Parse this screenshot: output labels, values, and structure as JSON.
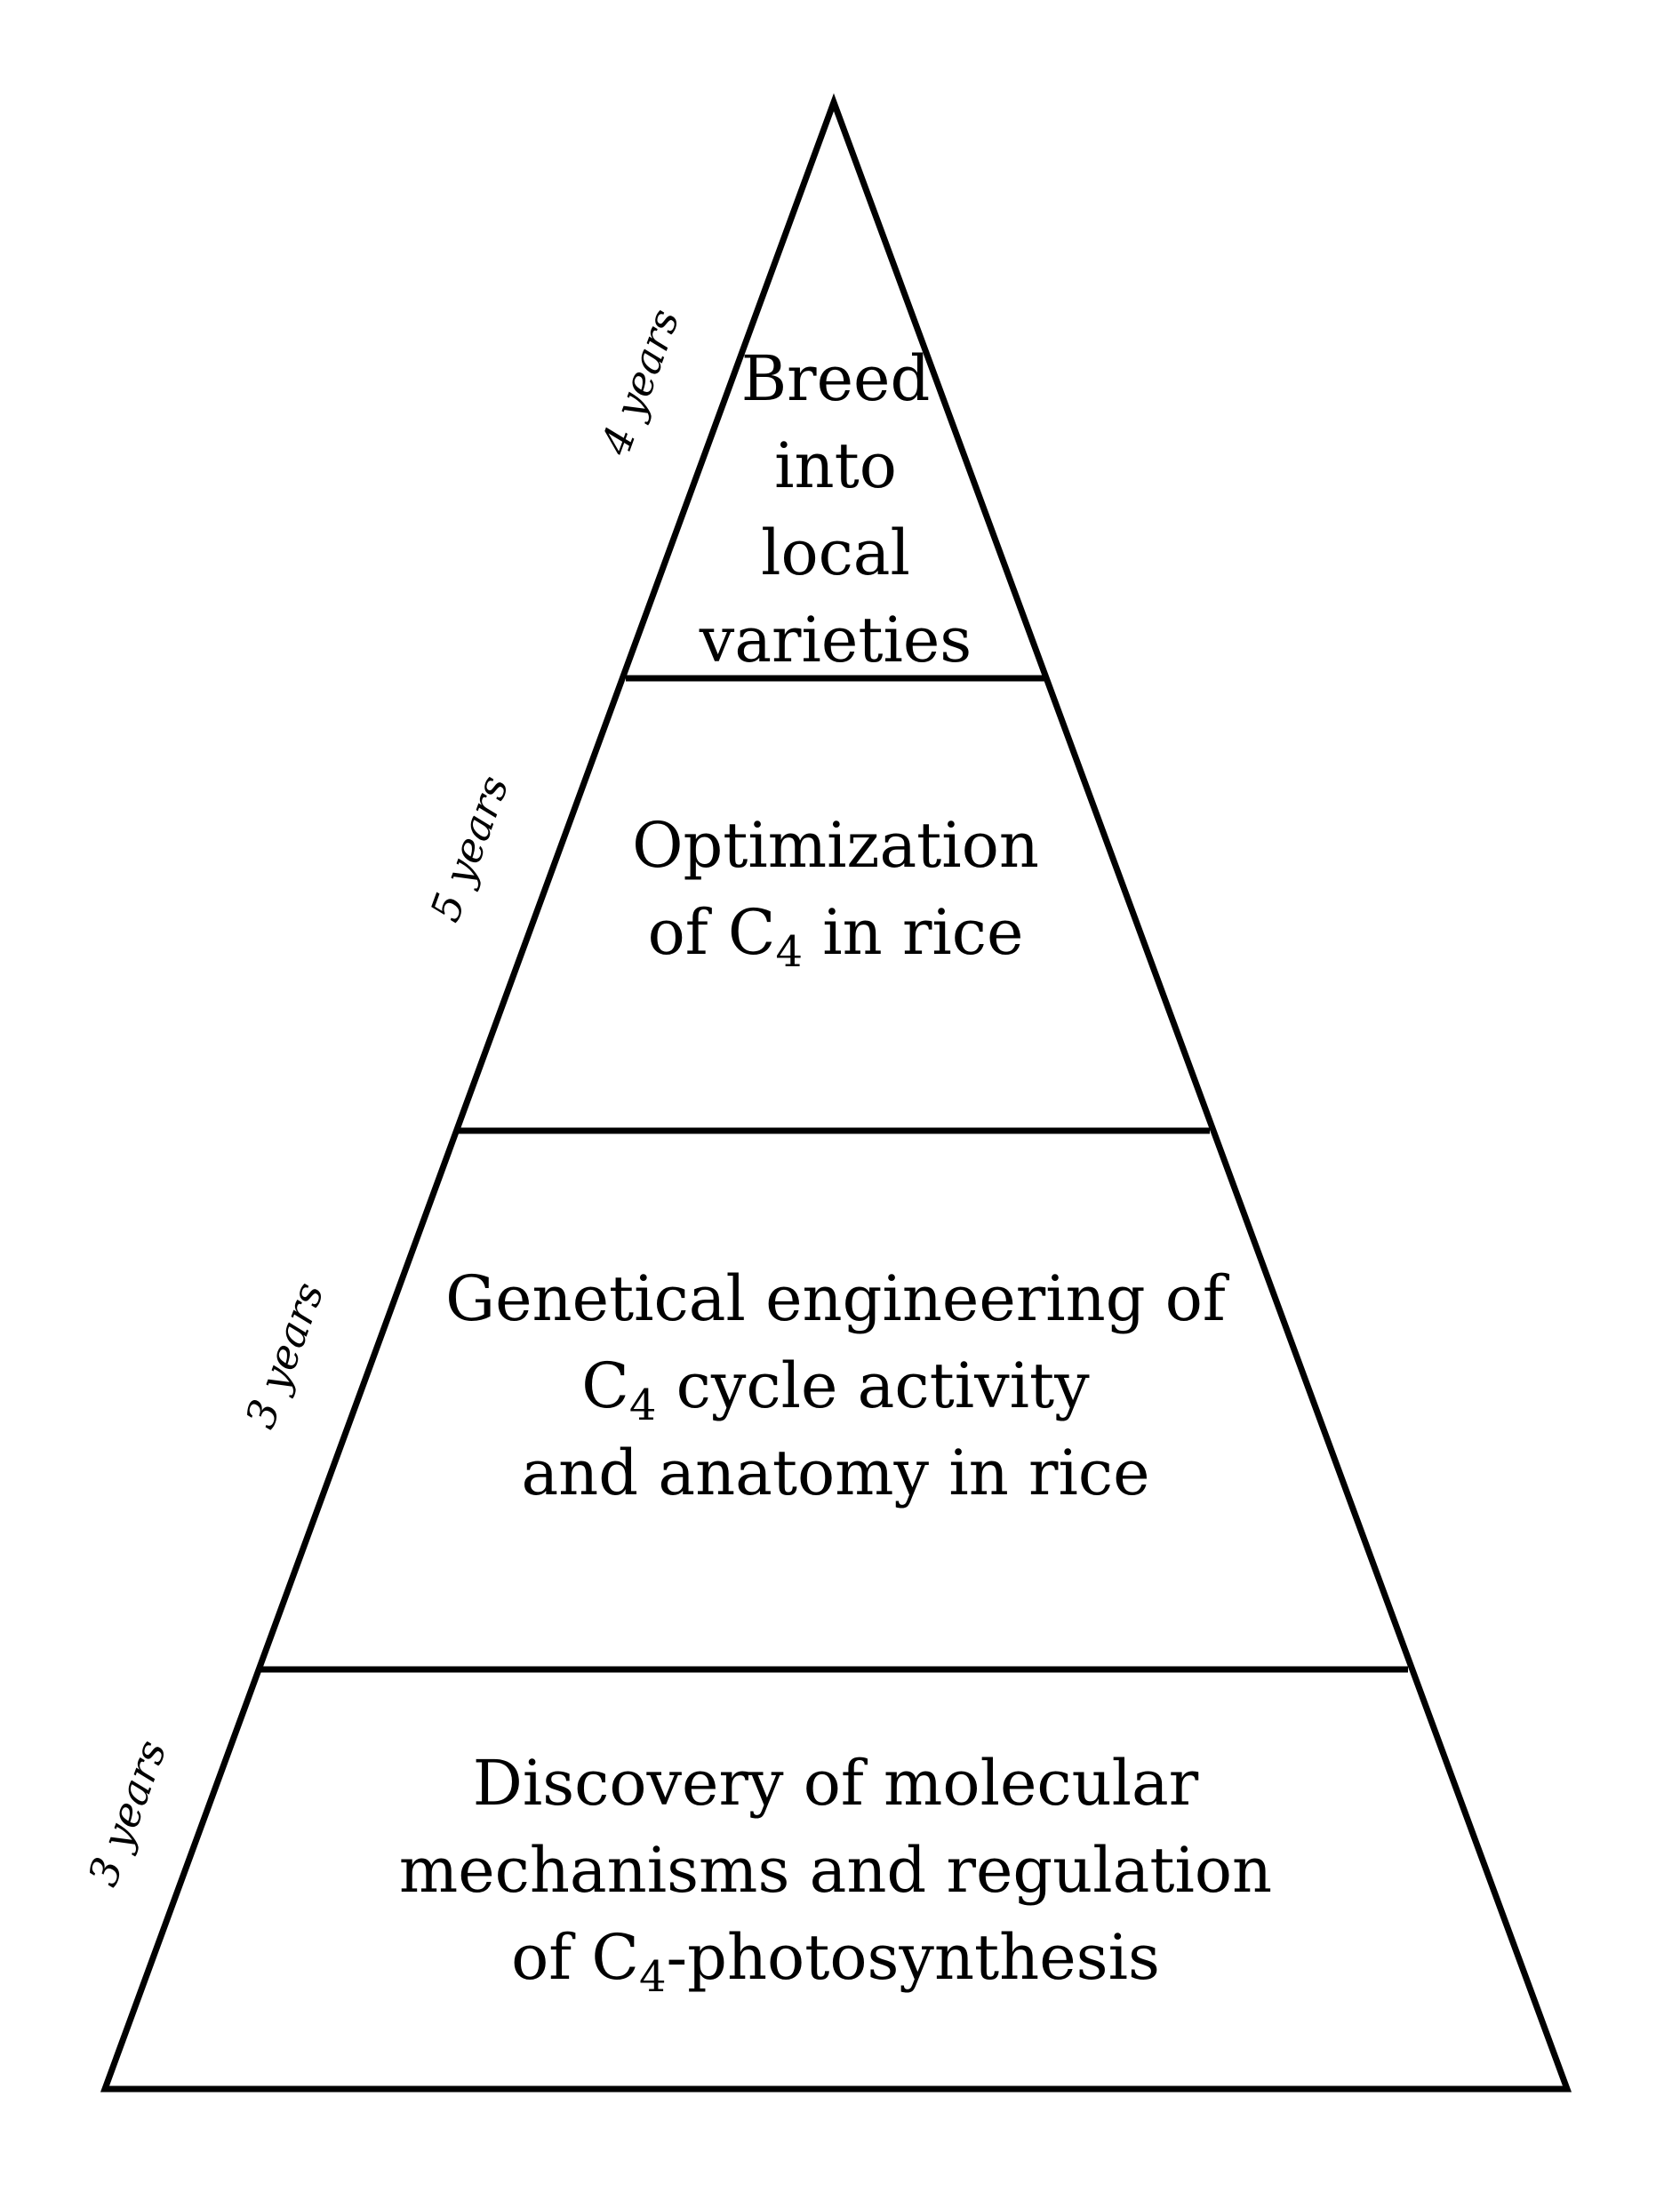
{
  "diagram": {
    "tiers": [
      {
        "id": "top",
        "lines": [
          "Breed",
          "into",
          "local",
          "varieties"
        ],
        "duration": "4 years"
      },
      {
        "id": "second",
        "lines": [
          "Optimization",
          "of C|4| in rice"
        ],
        "duration": "5 years"
      },
      {
        "id": "third",
        "lines": [
          "Genetical engineering of",
          "C|4| cycle activity",
          "and anatomy in rice"
        ],
        "duration": "3 years"
      },
      {
        "id": "bottom",
        "lines": [
          "Discovery of molecular",
          "mechanisms and regulation",
          "of C|4|-photosynthesis"
        ],
        "duration": "3 years"
      }
    ],
    "colors": {
      "stroke": "#000000",
      "background": "#ffffff"
    }
  }
}
